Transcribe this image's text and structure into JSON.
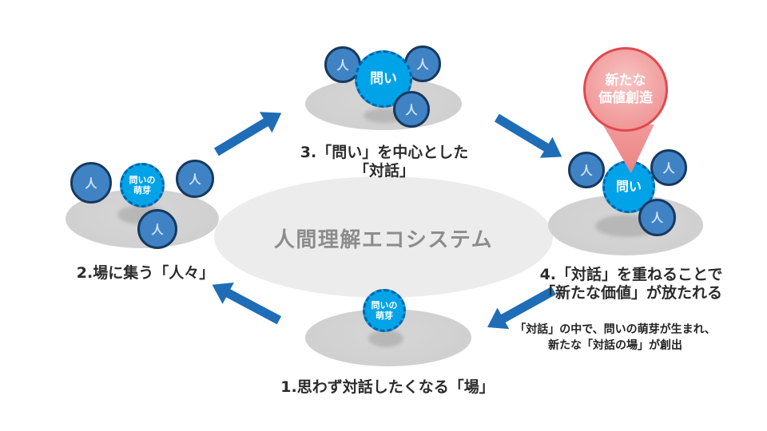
{
  "title": "人間理解エコシステム",
  "labels": {
    "person": "人",
    "question": "問い",
    "seed_line1": "問いの",
    "seed_line2": "萌芽",
    "balloon_line1": "新たな",
    "balloon_line2": "価値創造"
  },
  "stages": {
    "stage1": {
      "caption": "1.思わず対話したくなる「場」"
    },
    "stage2": {
      "caption": "2.場に集う「人々」"
    },
    "stage3": {
      "caption_line1": "3.「問い」を中心とした",
      "caption_line2": "「対話」"
    },
    "stage4": {
      "caption_line1": "4.「対話」を重ねることで",
      "caption_line2": "「新たな価値」が放たれる"
    }
  },
  "note": {
    "line1": "「対話」の中で、問いの萌芽が生まれ、",
    "line2": "新たな「対話の場」が創出"
  },
  "colors": {
    "person_fill": "#4083c5",
    "person_border": "#17395e",
    "question_fill": "#00a3e8",
    "question_border": "#0c63a8",
    "platform_gray": "#d0d0d0",
    "platform_shadow": "#b7b7b7",
    "center_ellipse": "#ececec",
    "title_text": "#8c8c8c",
    "arrow_blue": "#1e6db6",
    "balloon_fill": "#f2a2a2",
    "balloon_border": "#e2484f",
    "caption_text": "#2b2b2b"
  }
}
